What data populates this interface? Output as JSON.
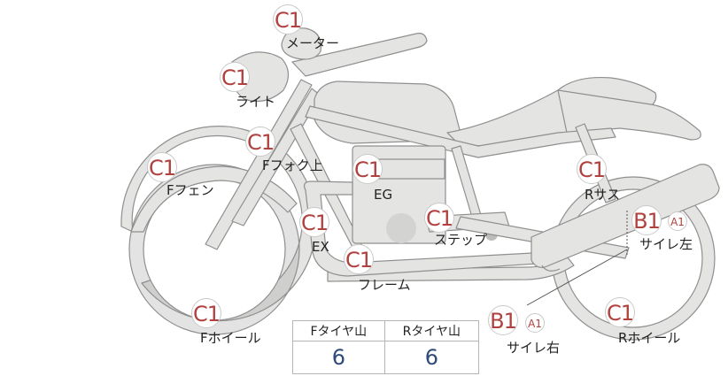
{
  "parts": [
    {
      "id": "meter",
      "grade": "C1",
      "label": "メーター"
    },
    {
      "id": "light",
      "grade": "C1",
      "label": "ライト"
    },
    {
      "id": "f-fork-upper",
      "grade": "C1",
      "label": "Fフォク上"
    },
    {
      "id": "f-fender",
      "grade": "C1",
      "label": "Fフェン"
    },
    {
      "id": "eg",
      "grade": "C1",
      "label": "EG"
    },
    {
      "id": "ex",
      "grade": "C1",
      "label": "EX"
    },
    {
      "id": "step",
      "grade": "C1",
      "label": "ステップ"
    },
    {
      "id": "frame",
      "grade": "C1",
      "label": "フレーム"
    },
    {
      "id": "r-sus",
      "grade": "C1",
      "label": "Rサス"
    },
    {
      "id": "silencer-left",
      "grade": "B1",
      "sub_grade": "A1",
      "label": "サイレ左"
    },
    {
      "id": "silencer-right",
      "grade": "B1",
      "sub_grade": "A1",
      "label": "サイレ右"
    },
    {
      "id": "f-wheel",
      "grade": "C1",
      "label": "Fホイール"
    },
    {
      "id": "r-wheel",
      "grade": "C1",
      "label": "Rホイール"
    }
  ],
  "tire_table": {
    "headers": [
      "Fタイヤ山",
      "Rタイヤ山"
    ],
    "values": [
      "6",
      "6"
    ]
  },
  "colors": {
    "grade_text": "#b0413e",
    "body_fill": "#e4e4e2",
    "body_stroke": "#8f8f8f",
    "value_text": "#2f4a7a"
  }
}
